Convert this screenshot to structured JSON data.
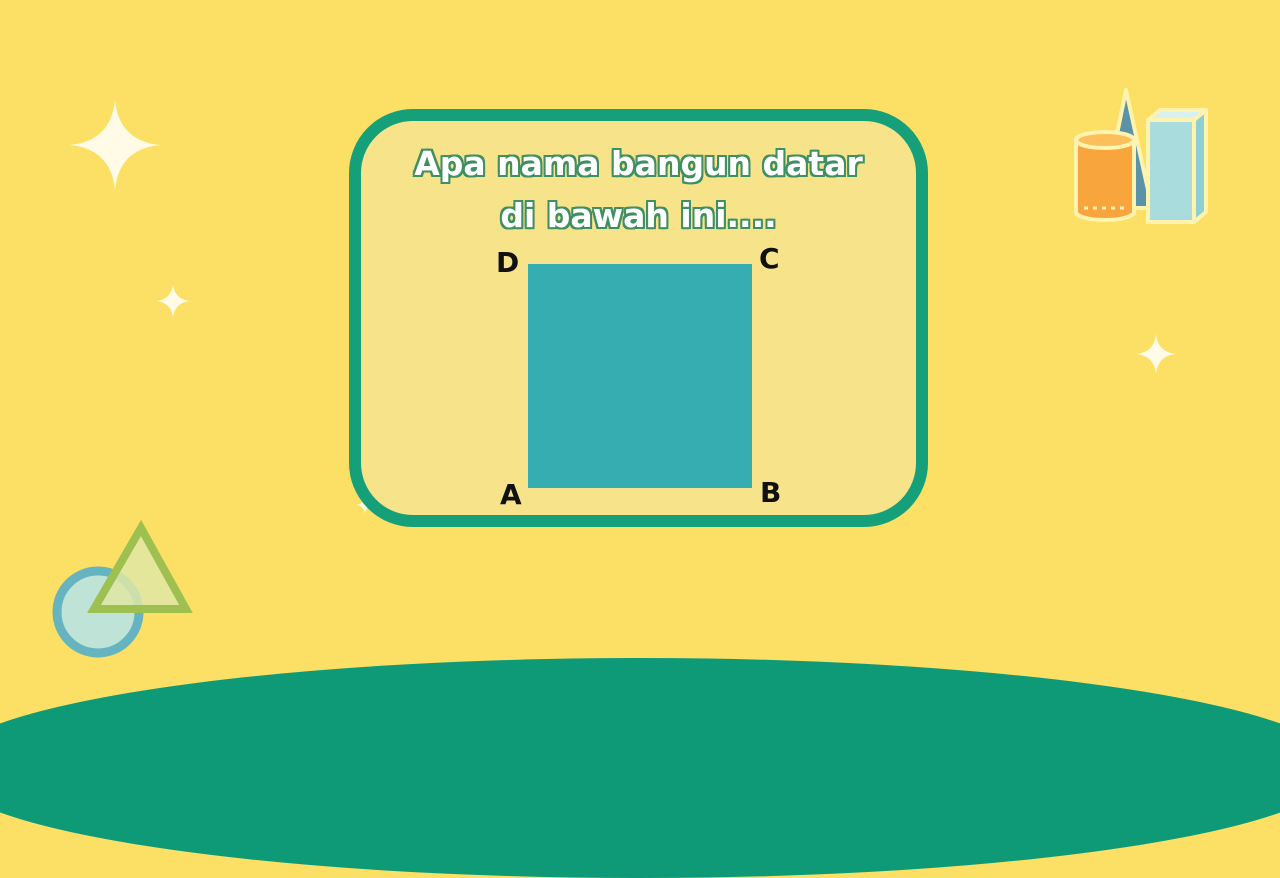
{
  "question": {
    "line1": "Apa nama bangun datar",
    "line2": "di bawah ini...."
  },
  "vertices": {
    "a": "A",
    "b": "B",
    "c": "C",
    "d": "D"
  },
  "colors": {
    "background": "#fbe065",
    "card_border": "#16a07a",
    "card_fill": "#f7e38a",
    "square": "#36adb0",
    "ground": "#0f9a77"
  },
  "decorations": [
    "sparkle-icon",
    "cylinder-icon",
    "cone-icon",
    "prism-icon",
    "circle-icon",
    "triangle-icon"
  ]
}
